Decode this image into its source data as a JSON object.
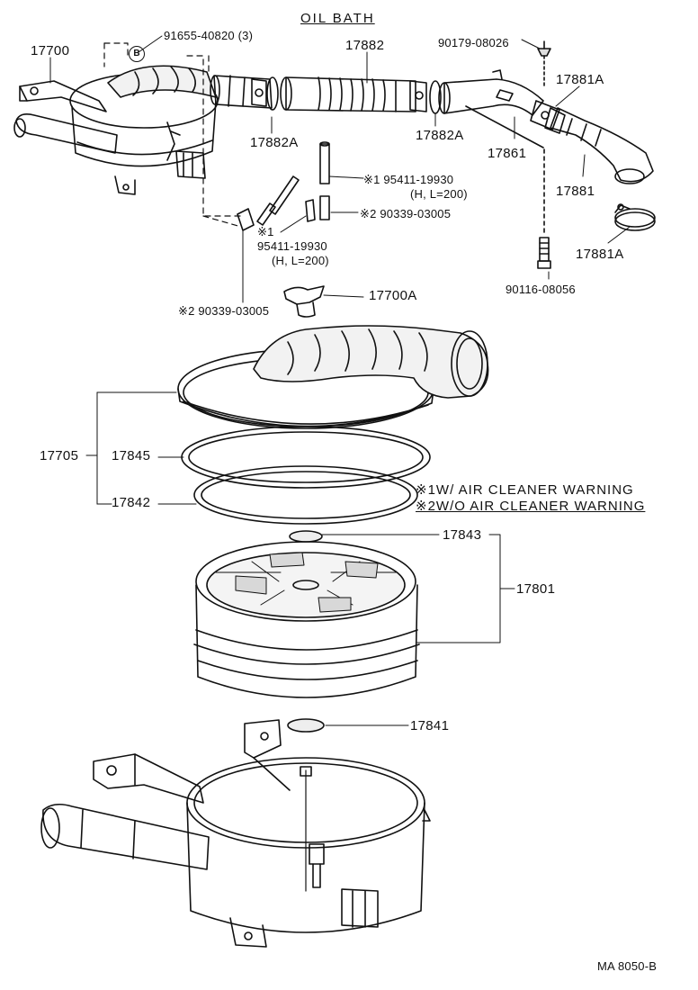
{
  "diagram": {
    "title": "OIL BATH",
    "drawing_code": "MA 8050-B",
    "notes": {
      "note1": "※1W/ AIR CLEANER WARNING",
      "note2": "※2W/O AIR CLEANER WARNING"
    },
    "callouts": {
      "c17700": "17700",
      "c91655": "91655-40820 (3)",
      "c17882": "17882",
      "c90179": "90179-08026",
      "c17881A_top": "17881A",
      "c17882A_left": "17882A",
      "c17882A_right": "17882A",
      "c17861": "17861",
      "c17881": "17881",
      "c95411_a": "※1 95411-19930",
      "c95411_a_spec": "(H, L=200)",
      "c90339_a": "※2 90339-03005",
      "c95411_b_mark": "※1",
      "c95411_b": "95411-19930",
      "c95411_b_spec": "(H, L=200)",
      "c17881A_bottom": "17881A",
      "c90116": "90116-08056",
      "c90339_b": "※2 90339-03005",
      "c17700A": "17700A",
      "c17705": "17705",
      "c17845": "17845",
      "c17842": "17842",
      "c17843": "17843",
      "c17801": "17801",
      "c17841": "17841"
    },
    "marker_b": "B"
  }
}
